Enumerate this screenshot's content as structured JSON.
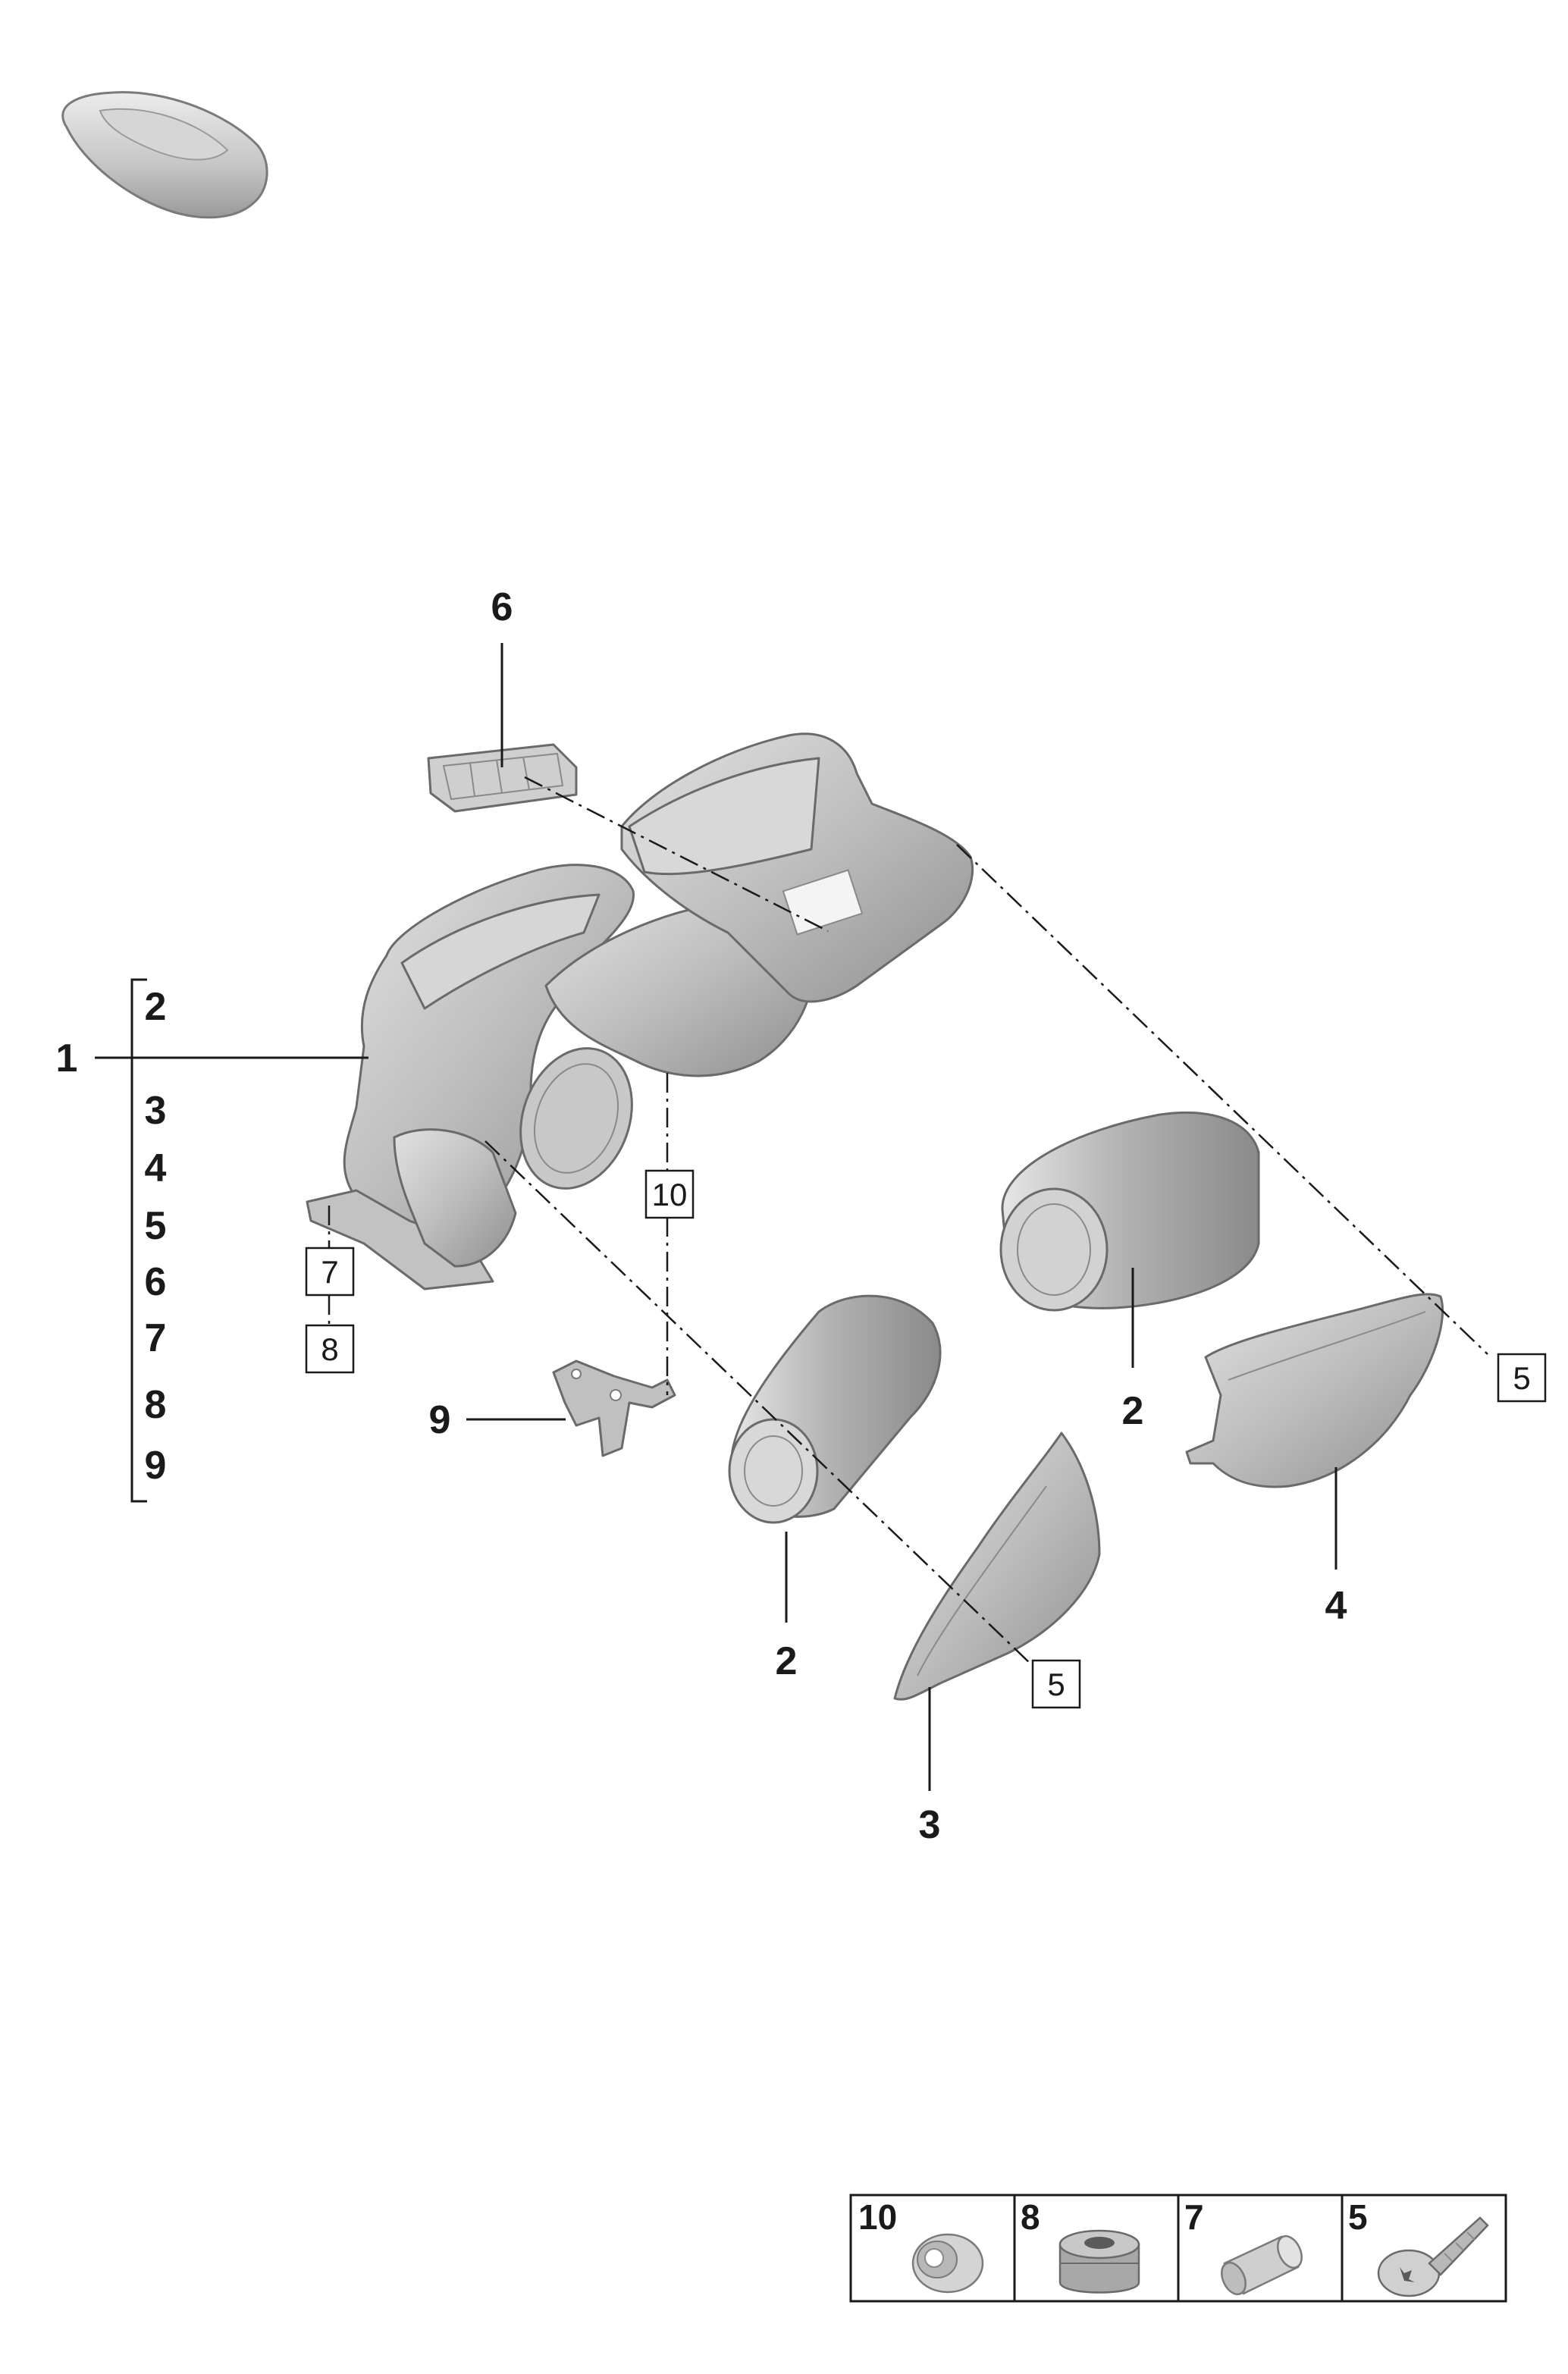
{
  "callouts": {
    "c1": "1",
    "c6": "6",
    "c9": "9",
    "c2a": "2",
    "c2b": "2",
    "c3": "3",
    "c4": "4"
  },
  "bracket_list": [
    "2",
    "3",
    "4",
    "5",
    "6",
    "7",
    "8",
    "9"
  ],
  "boxed_labels": {
    "b10": "10",
    "b7": "7",
    "b8": "8",
    "b5a": "5",
    "b5b": "5"
  },
  "legend": [
    {
      "num": "10",
      "icon": "grommet-icon"
    },
    {
      "num": "8",
      "icon": "bushing-icon"
    },
    {
      "num": "7",
      "icon": "sleeve-icon"
    },
    {
      "num": "5",
      "icon": "screw-icon"
    }
  ],
  "colors": {
    "line": "#1a1a1a",
    "part_fill": "#b9b9b9",
    "part_light": "#dcdcdc",
    "part_dark": "#8e8e8e"
  }
}
